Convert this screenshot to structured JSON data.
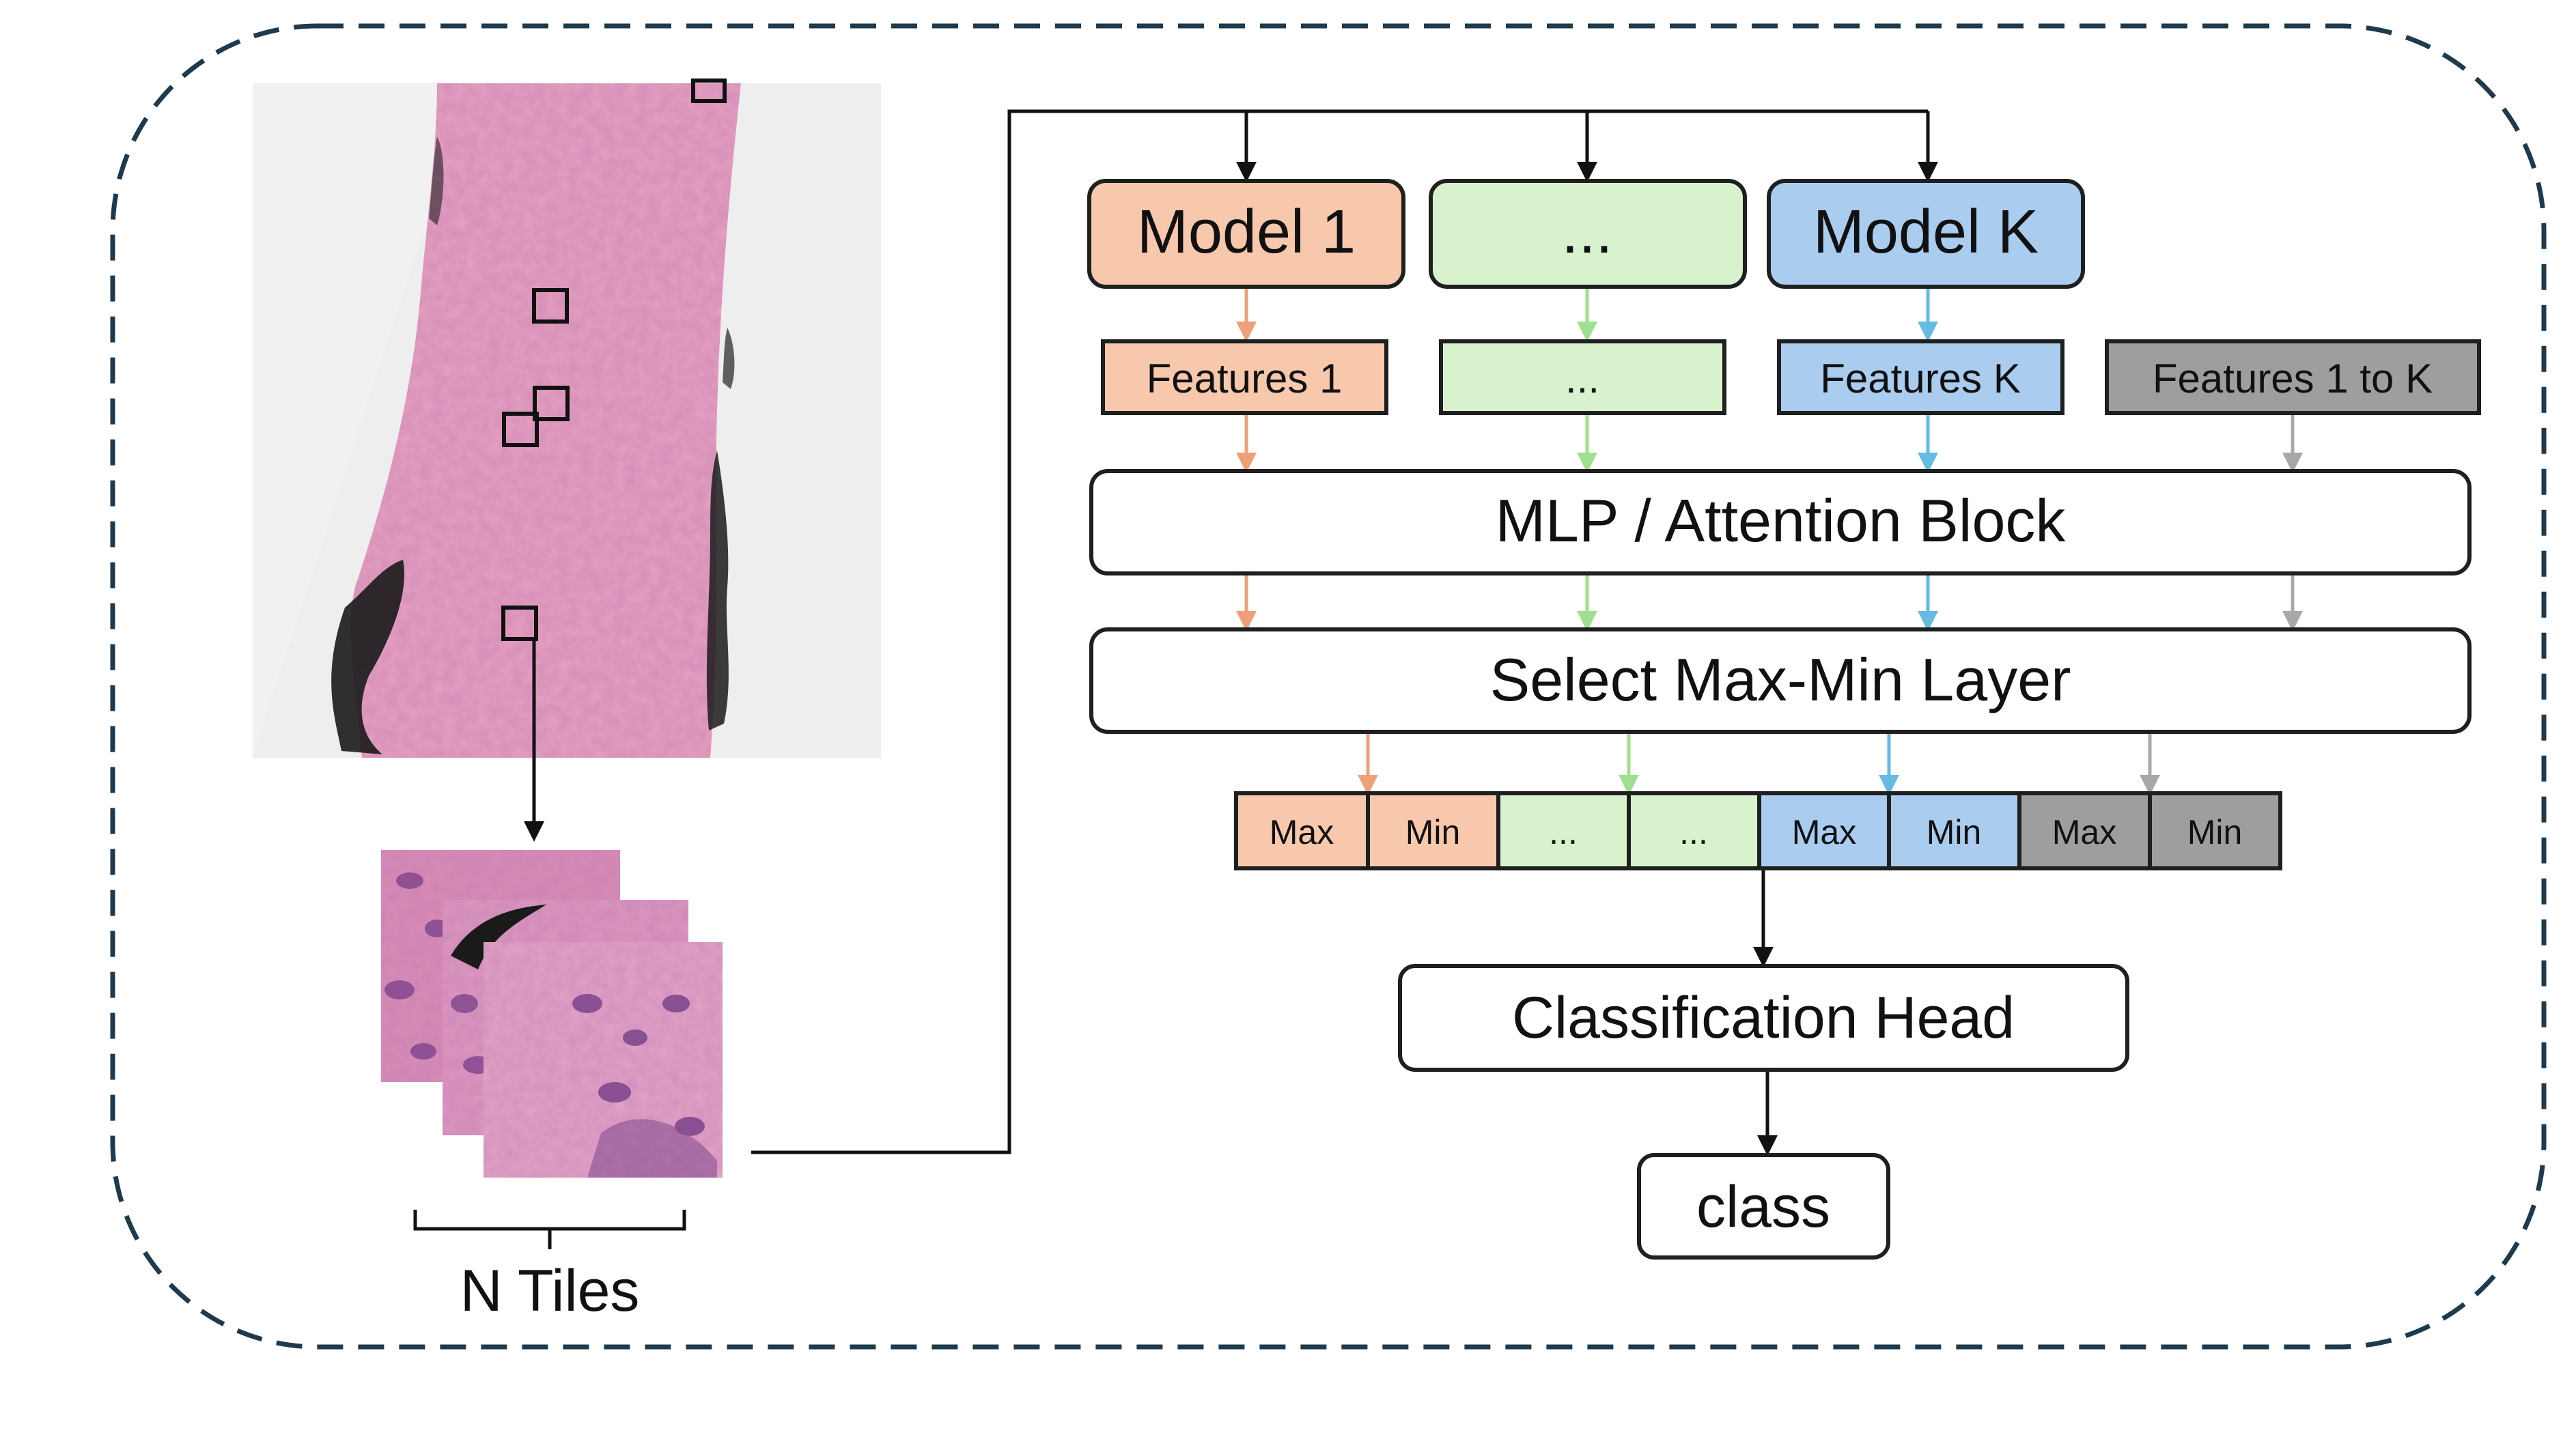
{
  "colors": {
    "orange": "#f7c8ac",
    "green": "#d8f2ce",
    "blue": "#a9ccef",
    "gray": "#9e9e9e",
    "tissue_pink": "#e6a1c0",
    "tissue_dark": "#c66c97",
    "arrow_orange": "#eda07a",
    "arrow_green": "#9fe08f",
    "arrow_blue": "#66bbe3",
    "arrow_gray": "#a8a8a8",
    "outline": "#1f1f1f",
    "frame_dash": "#1e3a4c"
  },
  "input": {
    "tiles_label": "N Tiles"
  },
  "models": [
    {
      "label": "Model 1",
      "color": "orange"
    },
    {
      "label": "...",
      "color": "green"
    },
    {
      "label": "Model K",
      "color": "blue"
    }
  ],
  "features": [
    {
      "label": "Features 1",
      "color": "orange"
    },
    {
      "label": "...",
      "color": "green"
    },
    {
      "label": "Features K",
      "color": "blue"
    },
    {
      "label": "Features 1 to K",
      "color": "gray"
    }
  ],
  "mlp_block": {
    "label": "MLP / Attention Block"
  },
  "select_layer": {
    "label": "Select Max-Min Layer"
  },
  "maxmin_cells": [
    {
      "label": "Max",
      "color": "orange"
    },
    {
      "label": "Min",
      "color": "orange"
    },
    {
      "label": "...",
      "color": "green"
    },
    {
      "label": "...",
      "color": "green"
    },
    {
      "label": "Max",
      "color": "blue"
    },
    {
      "label": "Min",
      "color": "blue"
    },
    {
      "label": "Max",
      "color": "gray"
    },
    {
      "label": "Min",
      "color": "gray"
    }
  ],
  "classification_head": {
    "label": "Classification Head"
  },
  "output": {
    "label": "class"
  }
}
